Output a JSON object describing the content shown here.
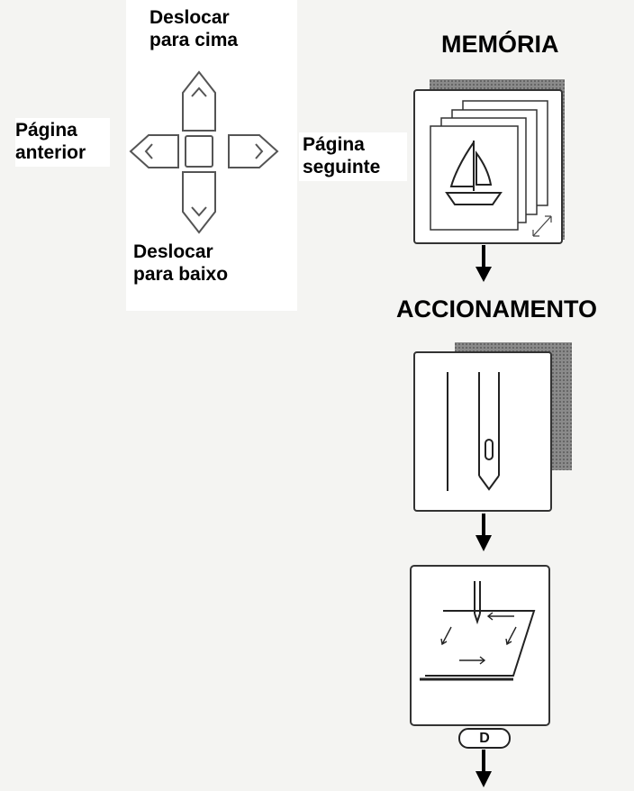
{
  "dpad": {
    "up": "Deslocar para cima",
    "down": "Deslocar para baixo",
    "left": "Página anterior",
    "right": "Página seguinte"
  },
  "sections": {
    "memory": "MEMÓRIA",
    "drive": "ACCIONAMENTO"
  },
  "d_button": "D",
  "icons": {
    "memory_card": "sailboat-pages-icon",
    "needle": "needle-icon",
    "stitch_frame": "embroidery-frame-icon"
  }
}
